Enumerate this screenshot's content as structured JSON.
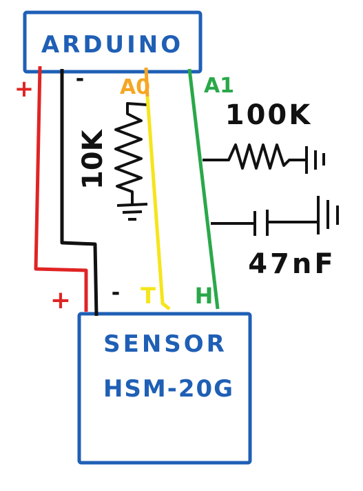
{
  "arduino": {
    "label": "ARDUINO"
  },
  "sensor": {
    "label": "SENSOR",
    "model": "HSM-20G"
  },
  "pins": {
    "arduino_plus": "+",
    "arduino_minus": "-",
    "a0": "A0",
    "a1": "A1",
    "sensor_plus": "+",
    "sensor_minus": "-",
    "sensor_t": "T",
    "sensor_h": "H"
  },
  "components": {
    "r1_value": "10K",
    "r2_value": "100K",
    "cap_value": "47nF"
  },
  "colors": {
    "box": "#1f5fb5",
    "text_blue": "#1f5fb5",
    "vcc": "#e02424",
    "gnd": "#111111",
    "a0": "#f5a623",
    "temp_wire": "#f5e51b",
    "a1": "#2aa84a",
    "component": "#111111"
  }
}
